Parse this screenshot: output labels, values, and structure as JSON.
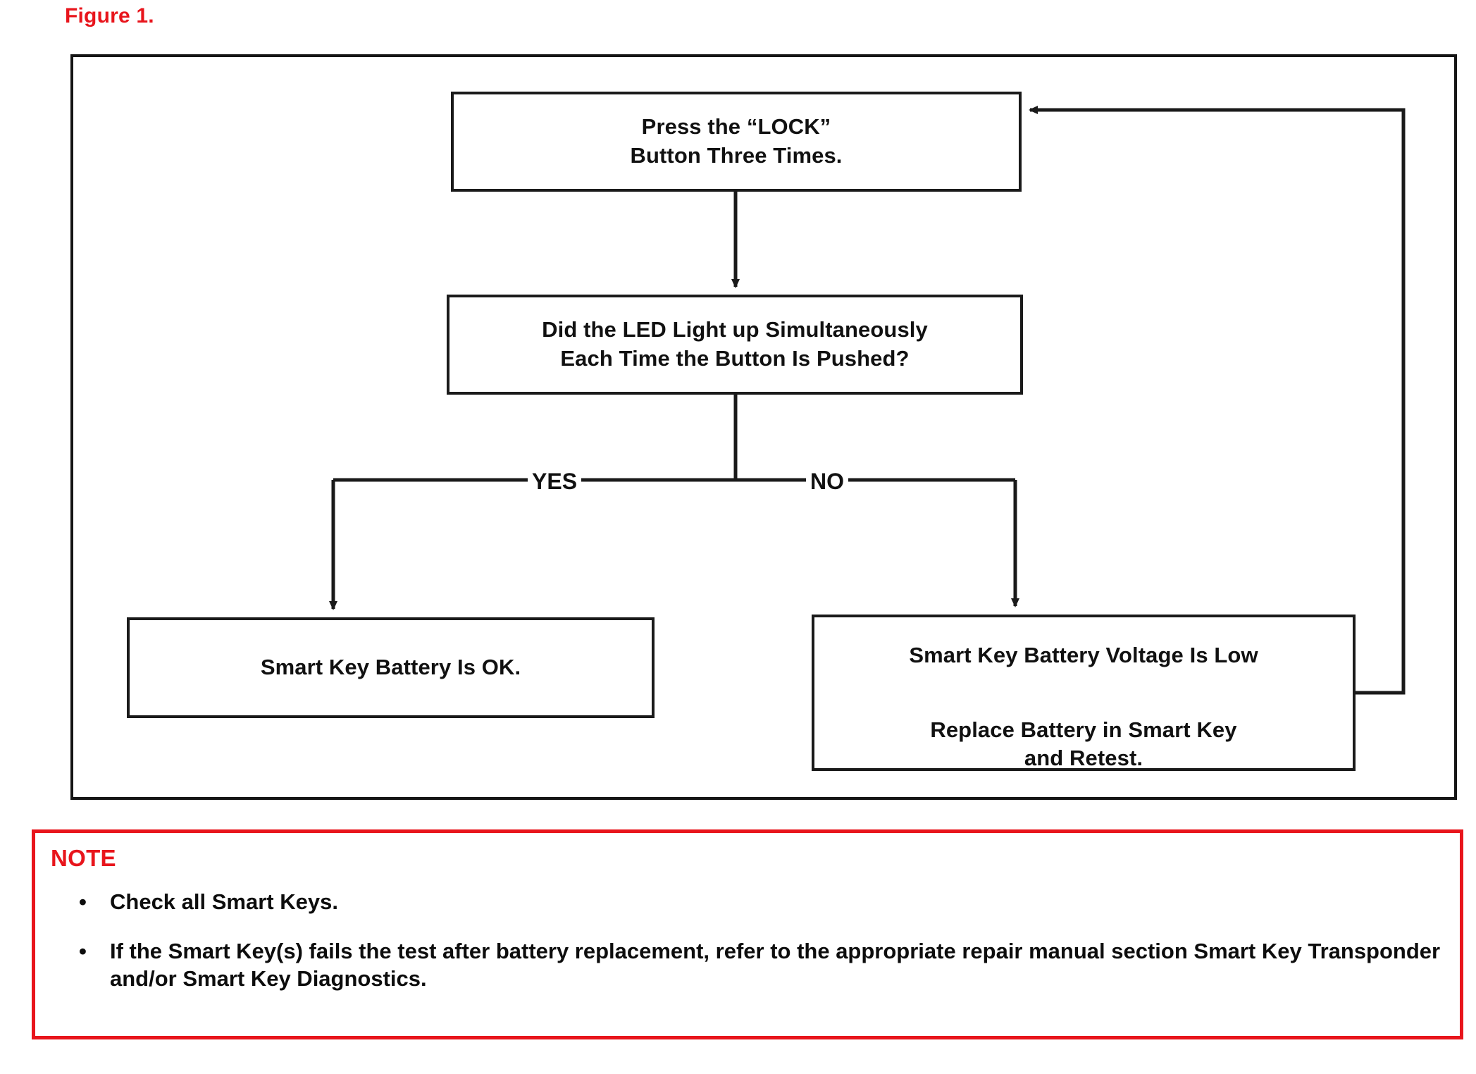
{
  "figure": {
    "caption": "Figure 1.",
    "caption_color": "#e8151c"
  },
  "diagram": {
    "type": "flowchart",
    "border_color": "#151515",
    "nodes": [
      {
        "id": "press-lock",
        "text": "Press the “LOCK”\nButton Three Times.",
        "shape": "rectangle"
      },
      {
        "id": "led-question",
        "text": "Did the LED Light up Simultaneously\nEach Time the Button Is Pushed?",
        "shape": "rectangle"
      },
      {
        "id": "battery-ok",
        "text": "Smart Key Battery Is OK.",
        "shape": "rectangle"
      },
      {
        "id": "battery-low",
        "line1": "Smart Key Battery Voltage Is Low",
        "line2": "Replace Battery in Smart Key\nand Retest.",
        "shape": "rectangle"
      }
    ],
    "branches": {
      "yes_label": "YES",
      "no_label": "NO"
    },
    "edges": [
      {
        "from": "press-lock",
        "to": "led-question",
        "label": ""
      },
      {
        "from": "led-question",
        "to": "battery-ok",
        "label": "YES"
      },
      {
        "from": "led-question",
        "to": "battery-low",
        "label": "NO"
      },
      {
        "from": "battery-low",
        "to": "press-lock",
        "label": ""
      }
    ]
  },
  "note": {
    "title": "NOTE",
    "title_color": "#e8151c",
    "border_color": "#e8151c",
    "bullet_glyph": "•",
    "items": [
      "Check all Smart Keys.",
      "If the Smart Key(s) fails the test after battery replacement, refer to the appropriate repair manual section Smart Key Transponder and/or Smart Key Diagnostics."
    ]
  }
}
